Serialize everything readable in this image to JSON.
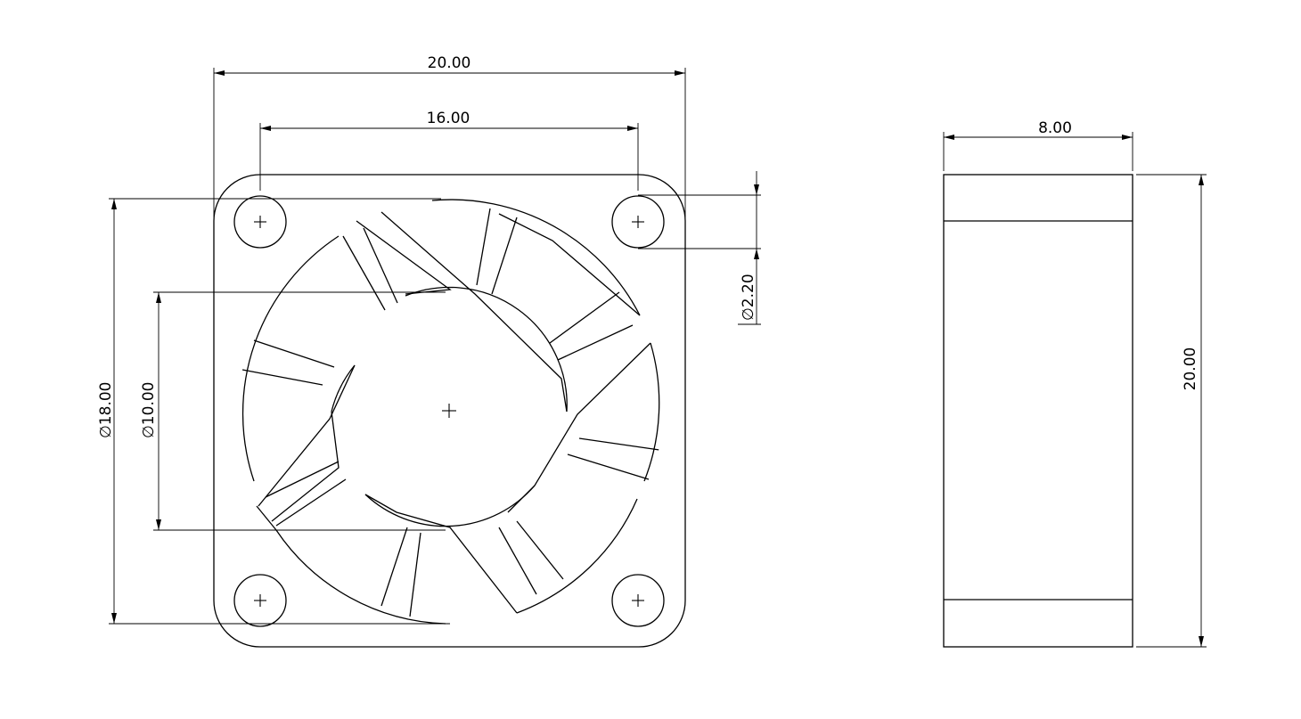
{
  "drawing": {
    "type": "technical-drawing",
    "views": [
      "front-view",
      "side-view"
    ],
    "line_color": "#000000",
    "background": "#ffffff"
  },
  "dimensions": {
    "front_width": "20.00",
    "hole_spacing": "16.00",
    "hole_diameter": "2.20",
    "outer_diameter": "18.00",
    "hub_diameter": "10.00",
    "side_thickness": "8.00",
    "side_height": "20.00"
  },
  "symbols": {
    "diameter": "∅"
  }
}
